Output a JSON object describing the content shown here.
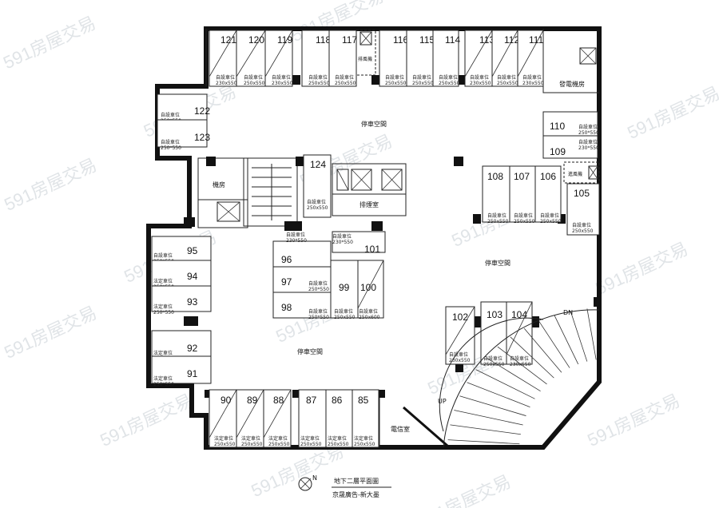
{
  "watermark": "591房屋交易",
  "title": {
    "main": "地下二層平面圖",
    "sub": "京晟廣告-新大墨",
    "north": "N"
  },
  "rooms": {
    "parking_area": "停車空間",
    "generator_room": "發電機房",
    "machine_room": "機房",
    "smoke_room": "排煙室",
    "telecom_room": "電信室",
    "exhaust_fan": "排風機",
    "intake_fan": "進風機"
  },
  "ramp": {
    "down": "DN",
    "up": "UP"
  },
  "spaces": [
    {
      "num": "121",
      "t1": "自設車位",
      "t2": "230x550"
    },
    {
      "num": "120",
      "t1": "自設車位",
      "t2": "250x550"
    },
    {
      "num": "119",
      "t1": "自設車位",
      "t2": "230x550"
    },
    {
      "num": "118",
      "t1": "自設車位",
      "t2": "250x550"
    },
    {
      "num": "117",
      "t1": "自設車位",
      "t2": "250x550"
    },
    {
      "num": "116",
      "t1": "自設車位",
      "t2": "250x550"
    },
    {
      "num": "115",
      "t1": "自設車位",
      "t2": "250x550"
    },
    {
      "num": "114",
      "t1": "自設車位",
      "t2": "250x550"
    },
    {
      "num": "113",
      "t1": "自設車位",
      "t2": "230x550"
    },
    {
      "num": "112",
      "t1": "自設車位",
      "t2": "250x550"
    },
    {
      "num": "111",
      "t1": "自設車位",
      "t2": "230x550"
    },
    {
      "num": "122",
      "t1": "自設車位",
      "t2": "250*550"
    },
    {
      "num": "123",
      "t1": "自設車位",
      "t2": "250*550"
    },
    {
      "num": "110",
      "t1": "自設車位",
      "t2": "250*550"
    },
    {
      "num": "109",
      "t1": "自設車位",
      "t2": "230*550"
    },
    {
      "num": "124",
      "t1": "自設車位",
      "t2": "250x550"
    },
    {
      "num": "108",
      "t1": "自設車位",
      "t2": "250x550"
    },
    {
      "num": "107",
      "t1": "自設車位",
      "t2": "250x550"
    },
    {
      "num": "106",
      "t1": "自設車位",
      "t2": "250x550"
    },
    {
      "num": "105",
      "t1": "自設車位",
      "t2": "250x550"
    },
    {
      "num": "95",
      "t1": "自設車位",
      "t2": "250*550"
    },
    {
      "num": "94",
      "t1": "法定車位",
      "t2": "250*550"
    },
    {
      "num": "93",
      "t1": "法定車位",
      "t2": "250*550"
    },
    {
      "num": "92",
      "t1": "法定車位",
      "t2": "250*550"
    },
    {
      "num": "91",
      "t1": "法定車位",
      "t2": "250*550"
    },
    {
      "num": "96",
      "t1": "自設車位",
      "t2": "230*550"
    },
    {
      "num": "97",
      "t1": "自設車位",
      "t2": "250*550"
    },
    {
      "num": "98",
      "t1": "自設車位",
      "t2": "250*550"
    },
    {
      "num": "99",
      "t1": "自設車位",
      "t2": "250x550"
    },
    {
      "num": "100",
      "t1": "自設車位",
      "t2": "250x600"
    },
    {
      "num": "101",
      "t1": "自設車位",
      "t2": "230*550"
    },
    {
      "num": "102",
      "t1": "自設車位",
      "t2": "230x550"
    },
    {
      "num": "103",
      "t1": "自設車位",
      "t2": "250x550"
    },
    {
      "num": "104",
      "t1": "自設車位",
      "t2": "230x550"
    },
    {
      "num": "90",
      "t1": "法定車位",
      "t2": "250x550"
    },
    {
      "num": "89",
      "t1": "法定車位",
      "t2": "250x550"
    },
    {
      "num": "88",
      "t1": "法定車位",
      "t2": "250x550"
    },
    {
      "num": "87",
      "t1": "法定車位",
      "t2": "250x550"
    },
    {
      "num": "86",
      "t1": "法定車位",
      "t2": "250x550"
    },
    {
      "num": "85",
      "t1": "法定車位",
      "t2": "250x550"
    }
  ]
}
